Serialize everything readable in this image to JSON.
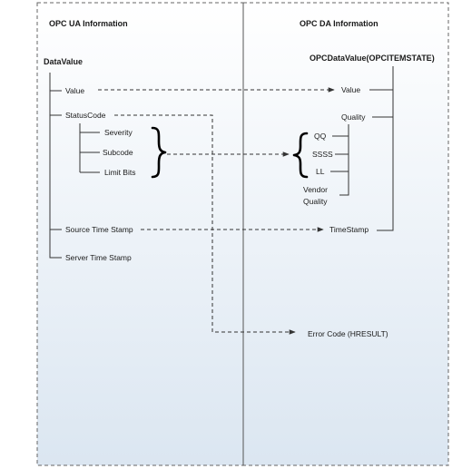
{
  "colors": {
    "panel_top": "#ffffff",
    "panel_bottom": "#dbe6f1",
    "line": "#333333"
  },
  "headers": {
    "ua": "OPC UA Information",
    "da": "OPC DA Information"
  },
  "ua": {
    "root": "DataValue",
    "value": "Value",
    "status_code": "StatusCode",
    "severity": "Severity",
    "subcode": "Subcode",
    "limit_bits": "Limit Bits",
    "source_ts": "Source Time Stamp",
    "server_ts": "Server Time Stamp"
  },
  "da": {
    "root": "OPCDataValue(OPCITEMSTATE)",
    "value": "Value",
    "quality": "Quality",
    "qq": "QQ",
    "ssss": "SSSS",
    "ll": "LL",
    "vendor_quality_1": "Vendor",
    "vendor_quality_2": "Quality",
    "timestamp": "TimeStamp"
  },
  "error_code": "Error Code (HRESULT)"
}
